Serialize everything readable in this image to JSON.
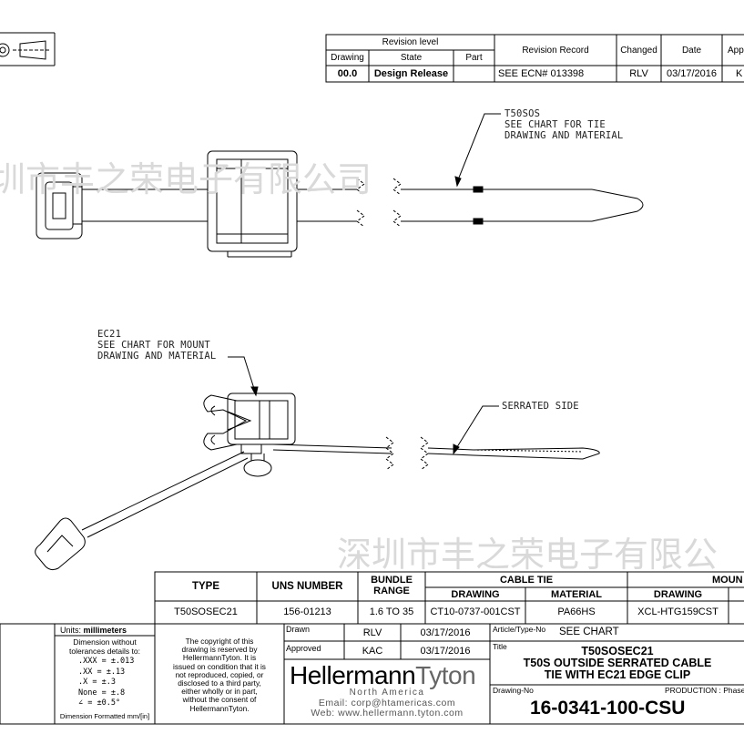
{
  "watermark": {
    "top_text": "圳市丰之荣电子有限公司",
    "bottom_text": "深圳市丰之荣电子有限公"
  },
  "revision": {
    "level_header": "Revision level",
    "drawing_header": "Drawing",
    "state_header": "State",
    "part_header": "Part",
    "record_header": "Revision Record",
    "changed_header": "Changed",
    "date_header": "Date",
    "approved_header": "App",
    "drawing": "00.0",
    "state": "Design Release",
    "part": "",
    "record": "SEE ECN# 013398",
    "changed": "RLV",
    "date": "03/17/2016",
    "approved": "K"
  },
  "callouts": {
    "tie_lines": [
      "T50SOS",
      "SEE CHART FOR TIE",
      "DRAWING AND MATERIAL"
    ],
    "mount_lines": [
      "EC21",
      "SEE CHART FOR MOUNT",
      "DRAWING AND MATERIAL"
    ],
    "serrated": "SERRATED SIDE"
  },
  "parts_table": {
    "type_header": "TYPE",
    "uns_header": "UNS NUMBER",
    "bundle_header": "BUNDLE RANGE",
    "cable_tie_header": "CABLE TIE",
    "mount_header": "MOUN",
    "drawing_sub": "DRAWING",
    "material_sub": "MATERIAL",
    "mount_drawing_sub": "DRAWING",
    "row": {
      "type": "T50SOSEC21",
      "uns": "156-01213",
      "bundle": "1.6 TO 35",
      "tie_drawing": "CT10-0737-001CST",
      "tie_material": "PA66HS",
      "mount_drawing": "XCL-HTG159CST"
    }
  },
  "title_block": {
    "units_label": "Units:",
    "units_value": "millimeters",
    "tolerance_lines": [
      "Dimension without",
      "tolerances details to:"
    ],
    "tolerances": [
      ".XXX = ±.013",
      ".XX = ±.13",
      ".X = ±.3",
      "None = ±.8",
      "∠ = ±0.5°"
    ],
    "format_note": "Dimension Formatted mm/[in]",
    "copyright_lines": [
      "The copyright of this",
      "drawing is reserved by",
      "HellermannTyton. It is",
      "issued on condition that it is",
      "not reproduced, copied, or",
      "disclosed to a third party,",
      "either wholly or in part,",
      "without the consent of",
      "HellermannTyton."
    ],
    "drawn_label": "Drawn",
    "drawn_by": "RLV",
    "drawn_date": "03/17/2016",
    "approved_label": "Approved",
    "approved_by": "KAC",
    "approved_date": "03/17/2016",
    "brand_main": "Hellermann",
    "brand_accent": "Tyton",
    "region": "North America",
    "email": "Email: corp@htamericas.com",
    "web": "Web: www.hellermann.tyton.com",
    "article_label": "Article/Type-No",
    "article_value": "SEE CHART",
    "title_label": "Title",
    "title_lines": [
      "T50SOSEC21",
      "T50S OUTSIDE SERRATED CABLE",
      "TIE WITH EC21 EDGE CLIP"
    ],
    "drawing_no_label": "Drawing-No",
    "production_label": "PRODUCTION : Phase",
    "drawing_no": "16-0341-100-CSU"
  }
}
